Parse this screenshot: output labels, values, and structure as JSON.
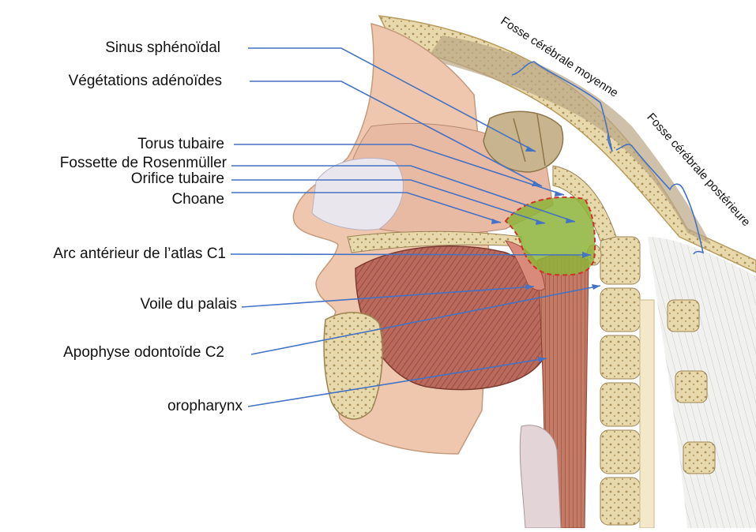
{
  "labels": {
    "sinus_sphenoidal": "Sinus sphénoïdal",
    "vegetations_adenoides": "Végétations adénoïdes",
    "torus_tubaire": "Torus tubaire",
    "fossette_rosenmuller": "Fossette de Rosenmüller",
    "orifice_tubaire": "Orifice tubaire",
    "choane": "Choane",
    "arc_anterieur_atlas": "Arc antérieur de l’atlas C1",
    "voile_du_palais": "Voile du palais",
    "apophyse_odontoide": "Apophyse odontoïde C2",
    "oropharynx": "oropharynx",
    "fosse_cerebrale_moyenne": "Fosse cérébrale moyenne",
    "fosse_cerebrale_posterieure": "Fosse cérébrale postérieure"
  },
  "colors": {
    "leader_line": "#4472c4",
    "bracket": "#4472c4",
    "nasopharynx_fill": "#8db33a",
    "nasopharynx_outline": "#d0302a",
    "bone": "#e6d6a8",
    "soft_tissue": "#e8b8a0",
    "muscle": "#b8655a"
  }
}
